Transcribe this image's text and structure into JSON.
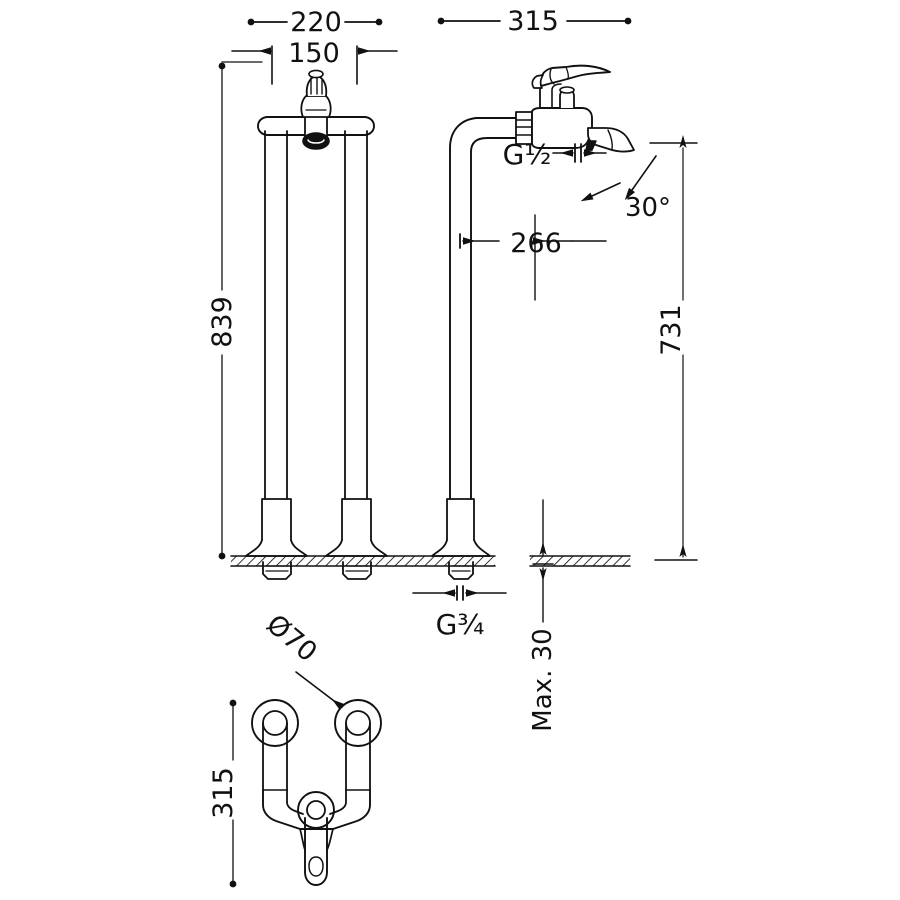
{
  "drawing": {
    "title": "Floor-mounted bath mixer technical dimension drawing",
    "units": "mm",
    "line_color": "#111111",
    "background_color": "#ffffff",
    "hatch_color": "#111111"
  },
  "dimensions": {
    "overall_width_front": "220",
    "handle_spread": "150",
    "overall_width_side": "315",
    "total_height_front": "839",
    "spout_height_side": "731",
    "spout_projection": "266",
    "spout_outlet_thread": "G½",
    "inlet_thread": "G¾",
    "outlet_angle": "30°",
    "floor_tolerance": "Max. 30",
    "flange_diameter": "Ø70",
    "plan_depth": "315"
  },
  "views": {
    "front": {
      "name": "front-elevation"
    },
    "side": {
      "name": "side-elevation"
    },
    "plan": {
      "name": "plan-view"
    }
  },
  "labels": [
    {
      "id": "dim-220",
      "text": "220"
    },
    {
      "id": "dim-150",
      "text": "150"
    },
    {
      "id": "dim-315-top",
      "text": "315"
    },
    {
      "id": "dim-839",
      "text": "839"
    },
    {
      "id": "dim-731",
      "text": "731"
    },
    {
      "id": "dim-266",
      "text": "266"
    },
    {
      "id": "dim-g-half",
      "text": "G½"
    },
    {
      "id": "dim-30deg",
      "text": "30°"
    },
    {
      "id": "dim-g-three-quarter",
      "text": "G¾"
    },
    {
      "id": "dim-max30",
      "text": "Max. 30"
    },
    {
      "id": "dim-d70",
      "text": "Ø70"
    },
    {
      "id": "dim-315-plan",
      "text": "315"
    }
  ]
}
